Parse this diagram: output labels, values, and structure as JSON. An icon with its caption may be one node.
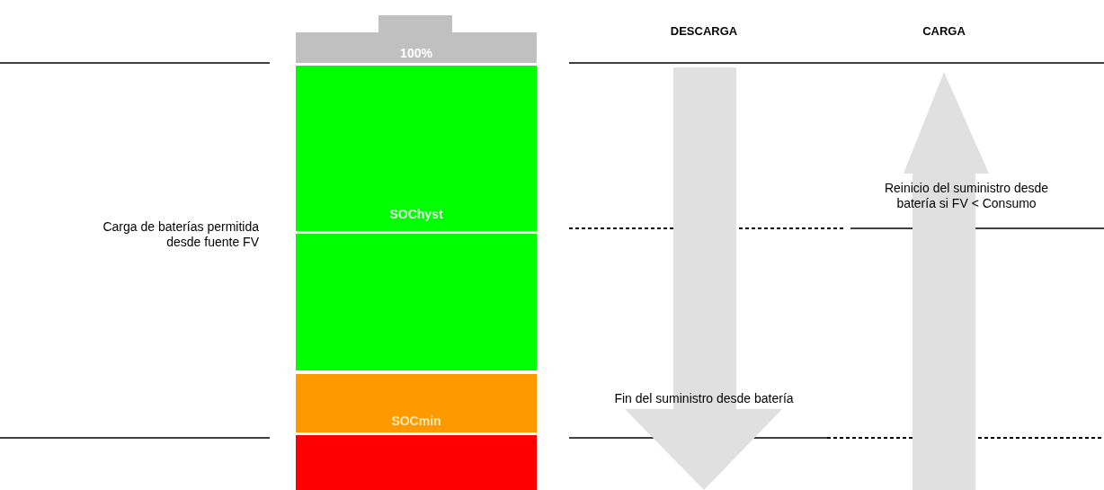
{
  "diagram": {
    "nodes": [
      {
        "text": [],
        "shape": "box"
      },
      {
        "text": [
          "100%"
        ]
      },
      {
        "text": [
          "SOChyst"
        ]
      },
      {
        "text": [],
        "shape": "box"
      },
      {
        "text": [
          "SOCmin"
        ]
      },
      {
        "text": [],
        "shape": "box"
      }
    ],
    "labels": [
      "DESCARGA",
      "CARGA",
      "Reinicio del suministro desde batería si FV < Consumo",
      "Carga de baterías permitida desde fuente FV",
      "Fin del suministro desde batería"
    ]
  }
}
